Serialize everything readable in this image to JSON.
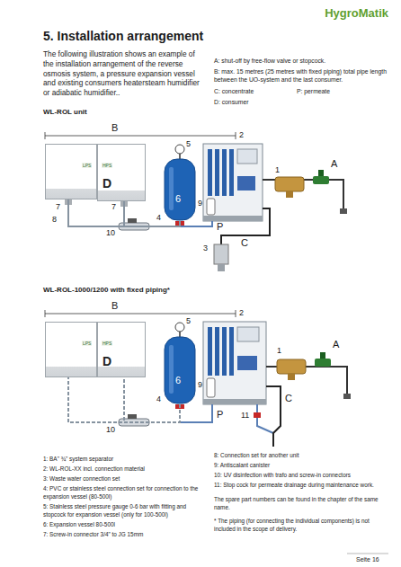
{
  "diagram": {
    "title": "5. Installation arrangement",
    "nodes": [
      {
        "text": [
          "LPS"
        ]
      },
      {
        "text": [
          "HPS",
          "D"
        ]
      },
      {
        "text": [
          "6"
        ]
      },
      {
        "text": [
          "LPS"
        ]
      },
      {
        "text": [
          "HPS",
          "D"
        ]
      },
      {
        "text": [
          "6"
        ]
      }
    ],
    "edges": [
      {
        "from": 2,
        "to": 0,
        "arrow": "none"
      },
      {
        "from": 2,
        "to": 1,
        "arrow": "none"
      },
      {
        "from": 5,
        "to": 3,
        "arrow": "none"
      },
      {
        "from": 5,
        "to": 4,
        "arrow": "none"
      }
    ],
    "labels": [
      "HygroMatik",
      "The following illustration shows an example of the installation arrangement of the reverse osmosis system, a pressure expansion vessel and existing consumers heatersteam humidifier or adiabatic humidifier..",
      "A: shut-off by free-flow valve or stopcock.",
      "B: max. 15 metres (25 metres with fixed piping) total pipe length between the UO-system and the last consumer.",
      "C: concentrate",
      "P: permeate",
      "D: consumer",
      "WL-ROL unit",
      "B",
      "5",
      "2",
      "1",
      "A",
      "7",
      "7",
      "9",
      "4",
      "P",
      "8",
      "10",
      "3",
      "C",
      "WL-ROL-1000/1200 with fixed piping*",
      "B",
      "5",
      "2",
      "1",
      "A",
      "9",
      "4",
      "P",
      "11",
      "C",
      "10",
      "1: BA\" ¾\" system separator",
      "2: WL-ROL-XX incl. connection material",
      "3: Waste water connection set",
      "4: PVC or stainless steel connection set for connection to the expansion vessel (80-500l)",
      "5: Stainless steel pressure gauge 0-6 bar with fitting and stopcock for expansion vessel (only for 100-500l)",
      "6: Expansion vessel 80-500l",
      "7: Screw-in connector 3/4\" to JG 15mm",
      "8: Connection set for another unit",
      "9: Antiscalant canister",
      "10: UV disinfection with trafo and screw-in connectors",
      "11: Stop cock for permeate drainage during maintenance work.",
      "The spare part numbers can be found in the chapter of the same name.",
      "* The piping (for connecting the individual components) is not included in the scope of delivery.",
      "Seite 16"
    ]
  }
}
